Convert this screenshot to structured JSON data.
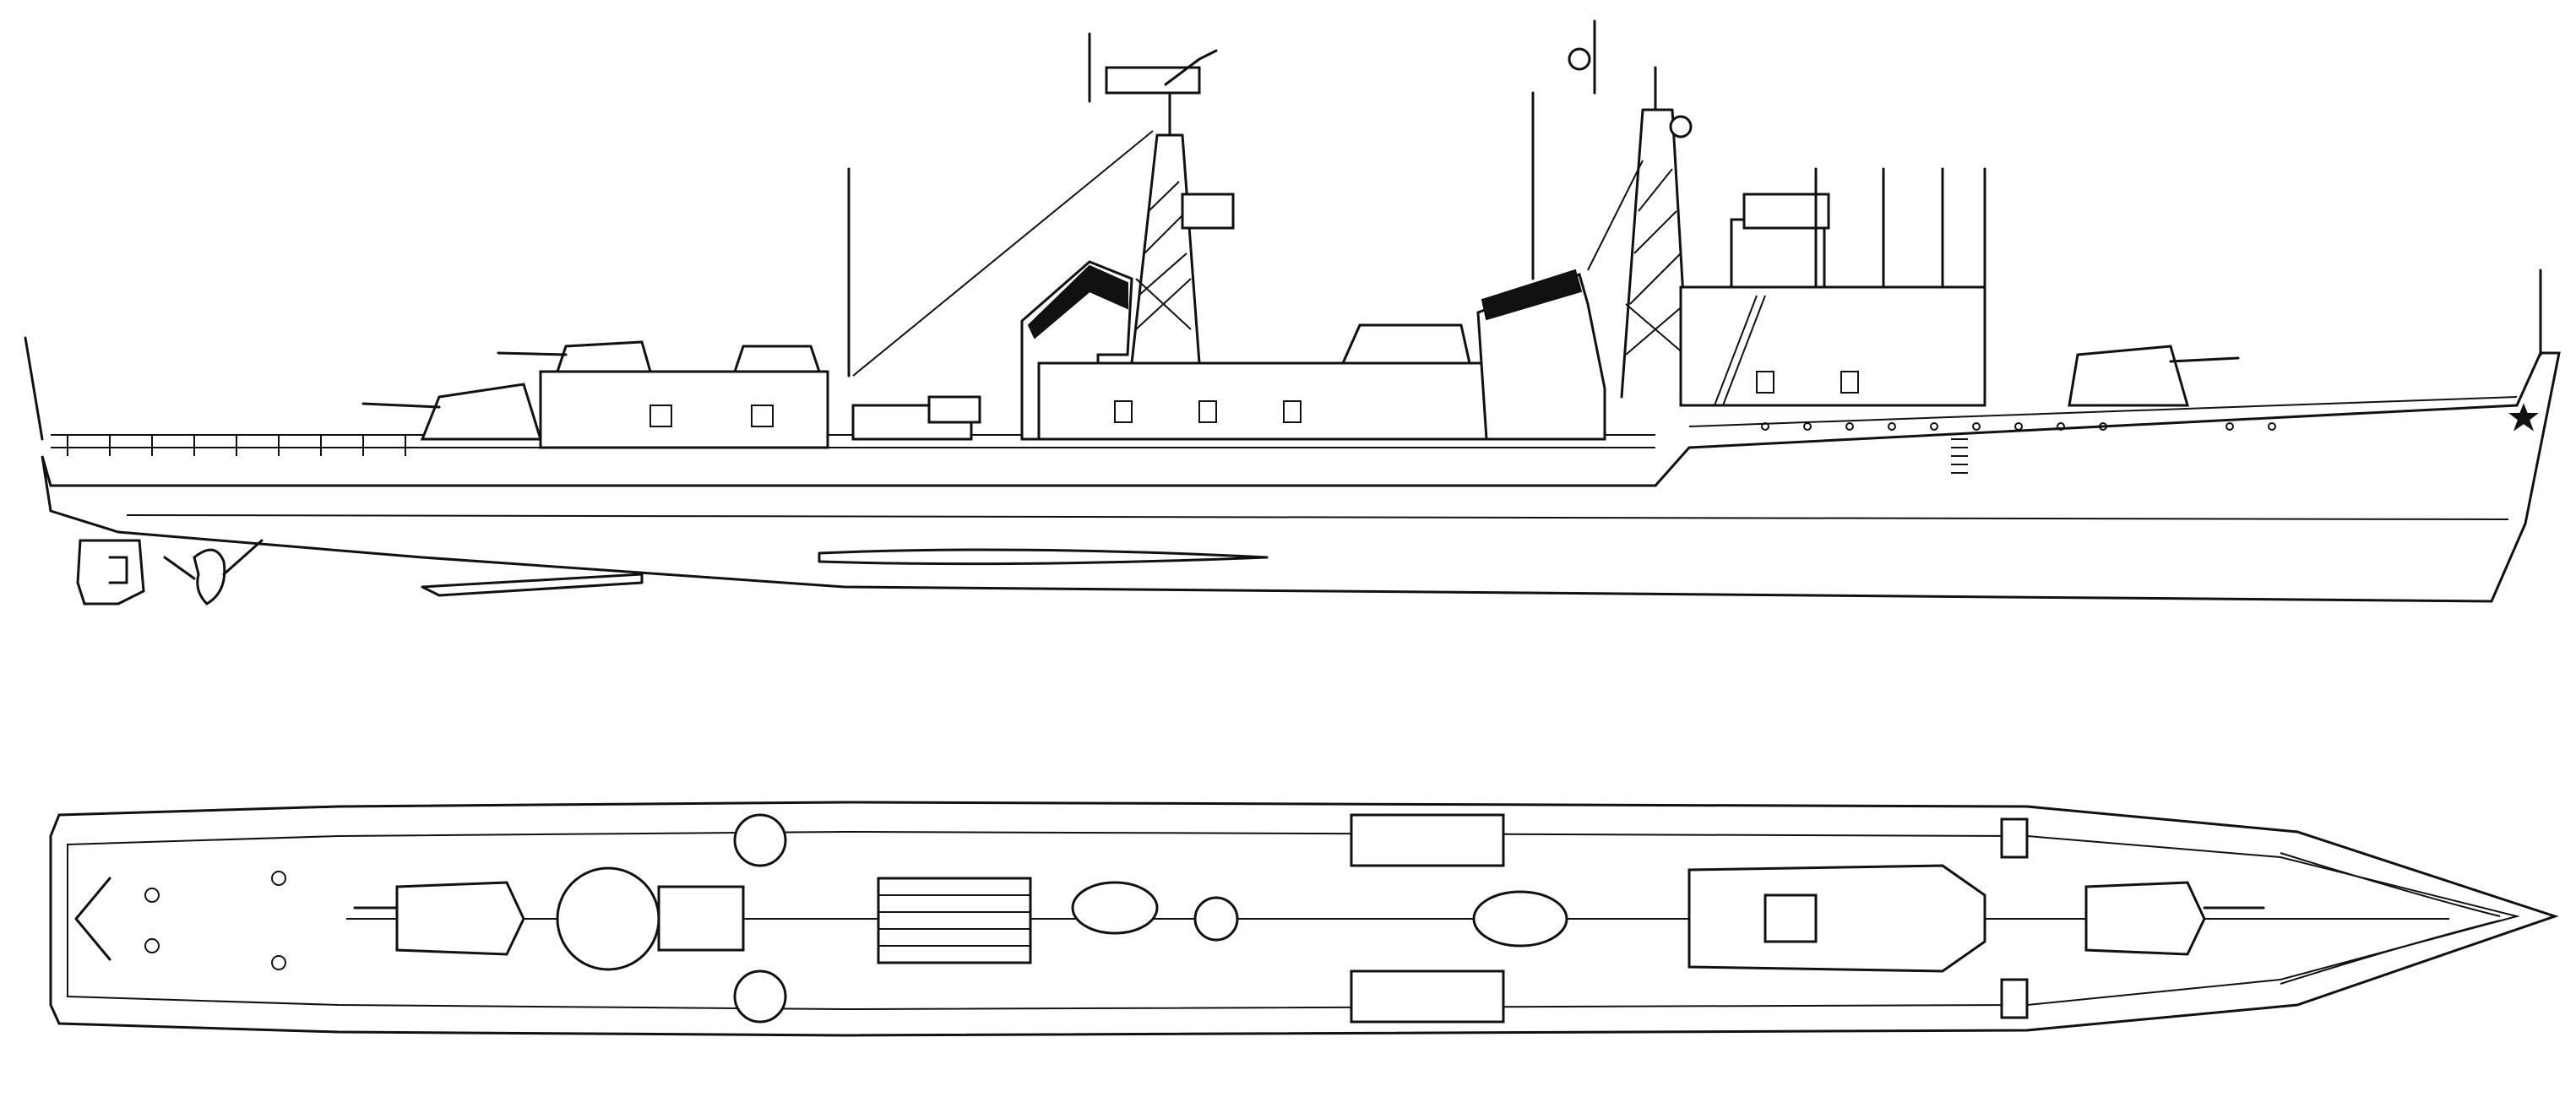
{
  "diagram": {
    "type": "technical-line-drawing",
    "subject": "warship",
    "views": [
      {
        "id": "profile",
        "label": ""
      },
      {
        "id": "plan",
        "label": ""
      }
    ],
    "colors": {
      "ink": "#111111",
      "paper": "#ffffff"
    },
    "icons": [
      "red-star-icon"
    ]
  }
}
